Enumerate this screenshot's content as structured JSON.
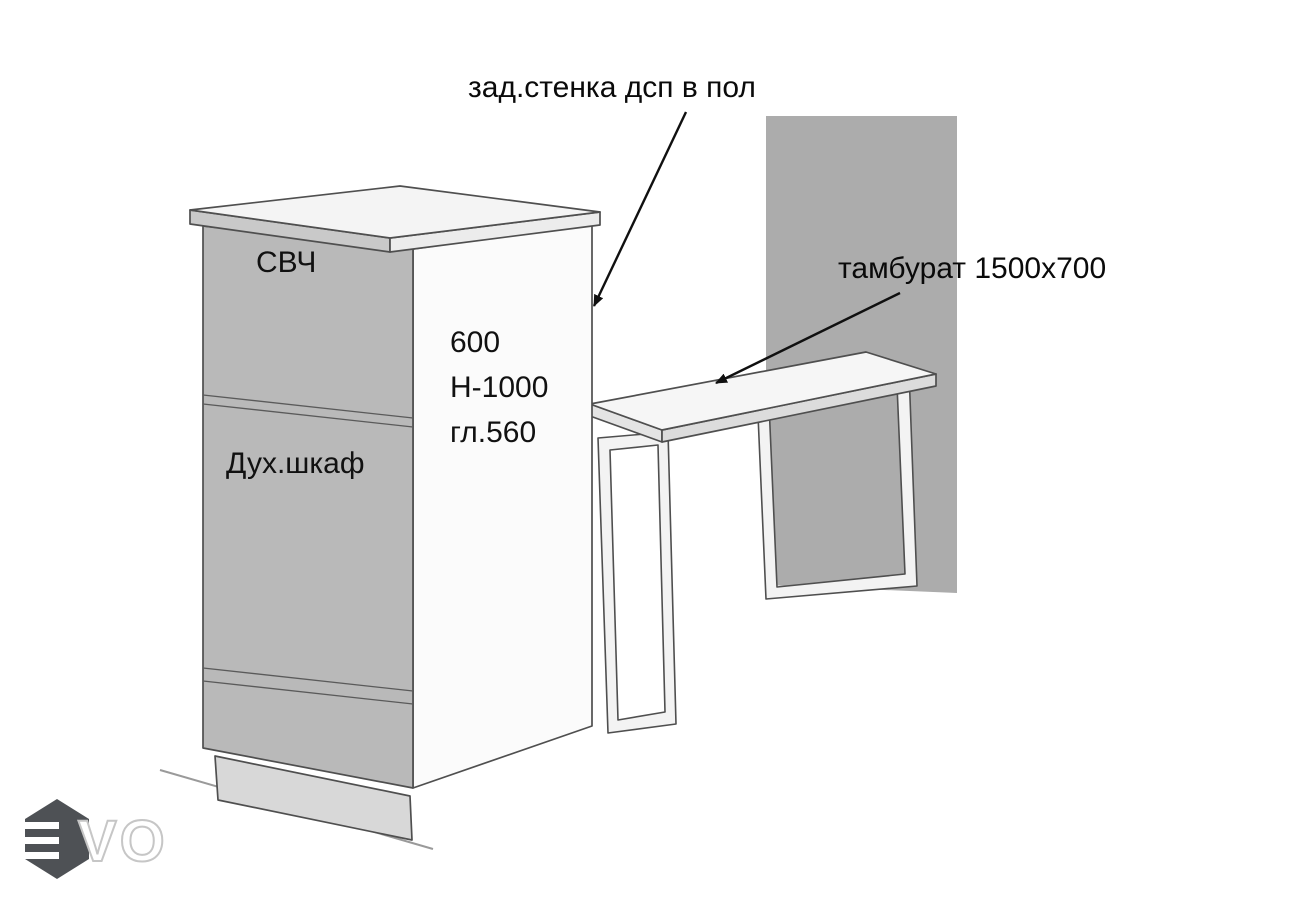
{
  "scene": {
    "annotations": {
      "back_panel_note": "зад.стенка дсп в пол",
      "table_note": "тамбурат 1500x700"
    },
    "cabinet": {
      "upper_label": "СВЧ",
      "lower_label": "Дух.шкаф",
      "dims": [
        "600",
        "Н-1000",
        "гл.560"
      ]
    },
    "watermark": {
      "text": "VO"
    },
    "colors": {
      "cabinet_front": "#b9b9b9",
      "cabinet_side": "#fbfbfb",
      "slab_top": "#f4f4f4",
      "slab_front": "#c9c9c9",
      "slab_side": "#ececec",
      "plinth": "#d8d8d8",
      "wall": "#acacac",
      "tabletop": "#f6f6f6",
      "tabletop_edge": "#dcdcdc",
      "tabletop_end": "#e4e4e4",
      "watermark_hex": "#3f4347"
    }
  }
}
